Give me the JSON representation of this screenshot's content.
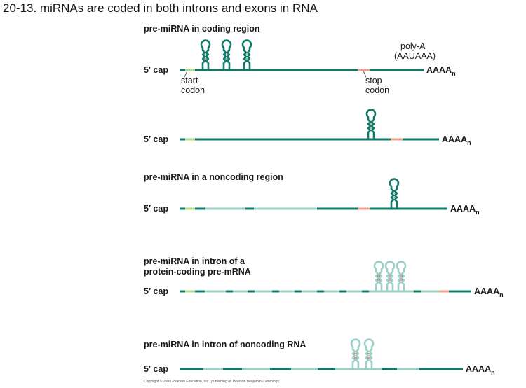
{
  "title": "20-13. miRNAs are coded in both introns and exons in RNA",
  "labels": {
    "five_cap": "5′ cap",
    "poly_a_tail": "AAAA",
    "poly_a_subscript": "n",
    "start_codon_line1": "start",
    "start_codon_line2": "codon",
    "stop_codon_line1": "stop",
    "stop_codon_line2": "codon",
    "poly_a_line1": "poly-A",
    "poly_a_line2": "(AAUAAA)"
  },
  "panels": [
    {
      "heading": "pre-miRNA in coding region"
    },
    {
      "heading": ""
    },
    {
      "heading": "pre-miRNA in a noncoding region"
    },
    {
      "heading_line1": "pre-miRNA in intron of a",
      "heading_line2": "protein-coding pre-mRNA"
    },
    {
      "heading": "pre-miRNA in intron of noncoding RNA"
    }
  ],
  "copyright": "Copyright © 2008 Pearson Education, Inc., publishing as Pearson Benjamin Cummings.",
  "colors": {
    "exon": "#0e7a68",
    "intron": "#9ccfc6",
    "start_codon": "#b4dc8c",
    "stop_codon": "#f2a08a",
    "text": "#1a1a1a"
  }
}
